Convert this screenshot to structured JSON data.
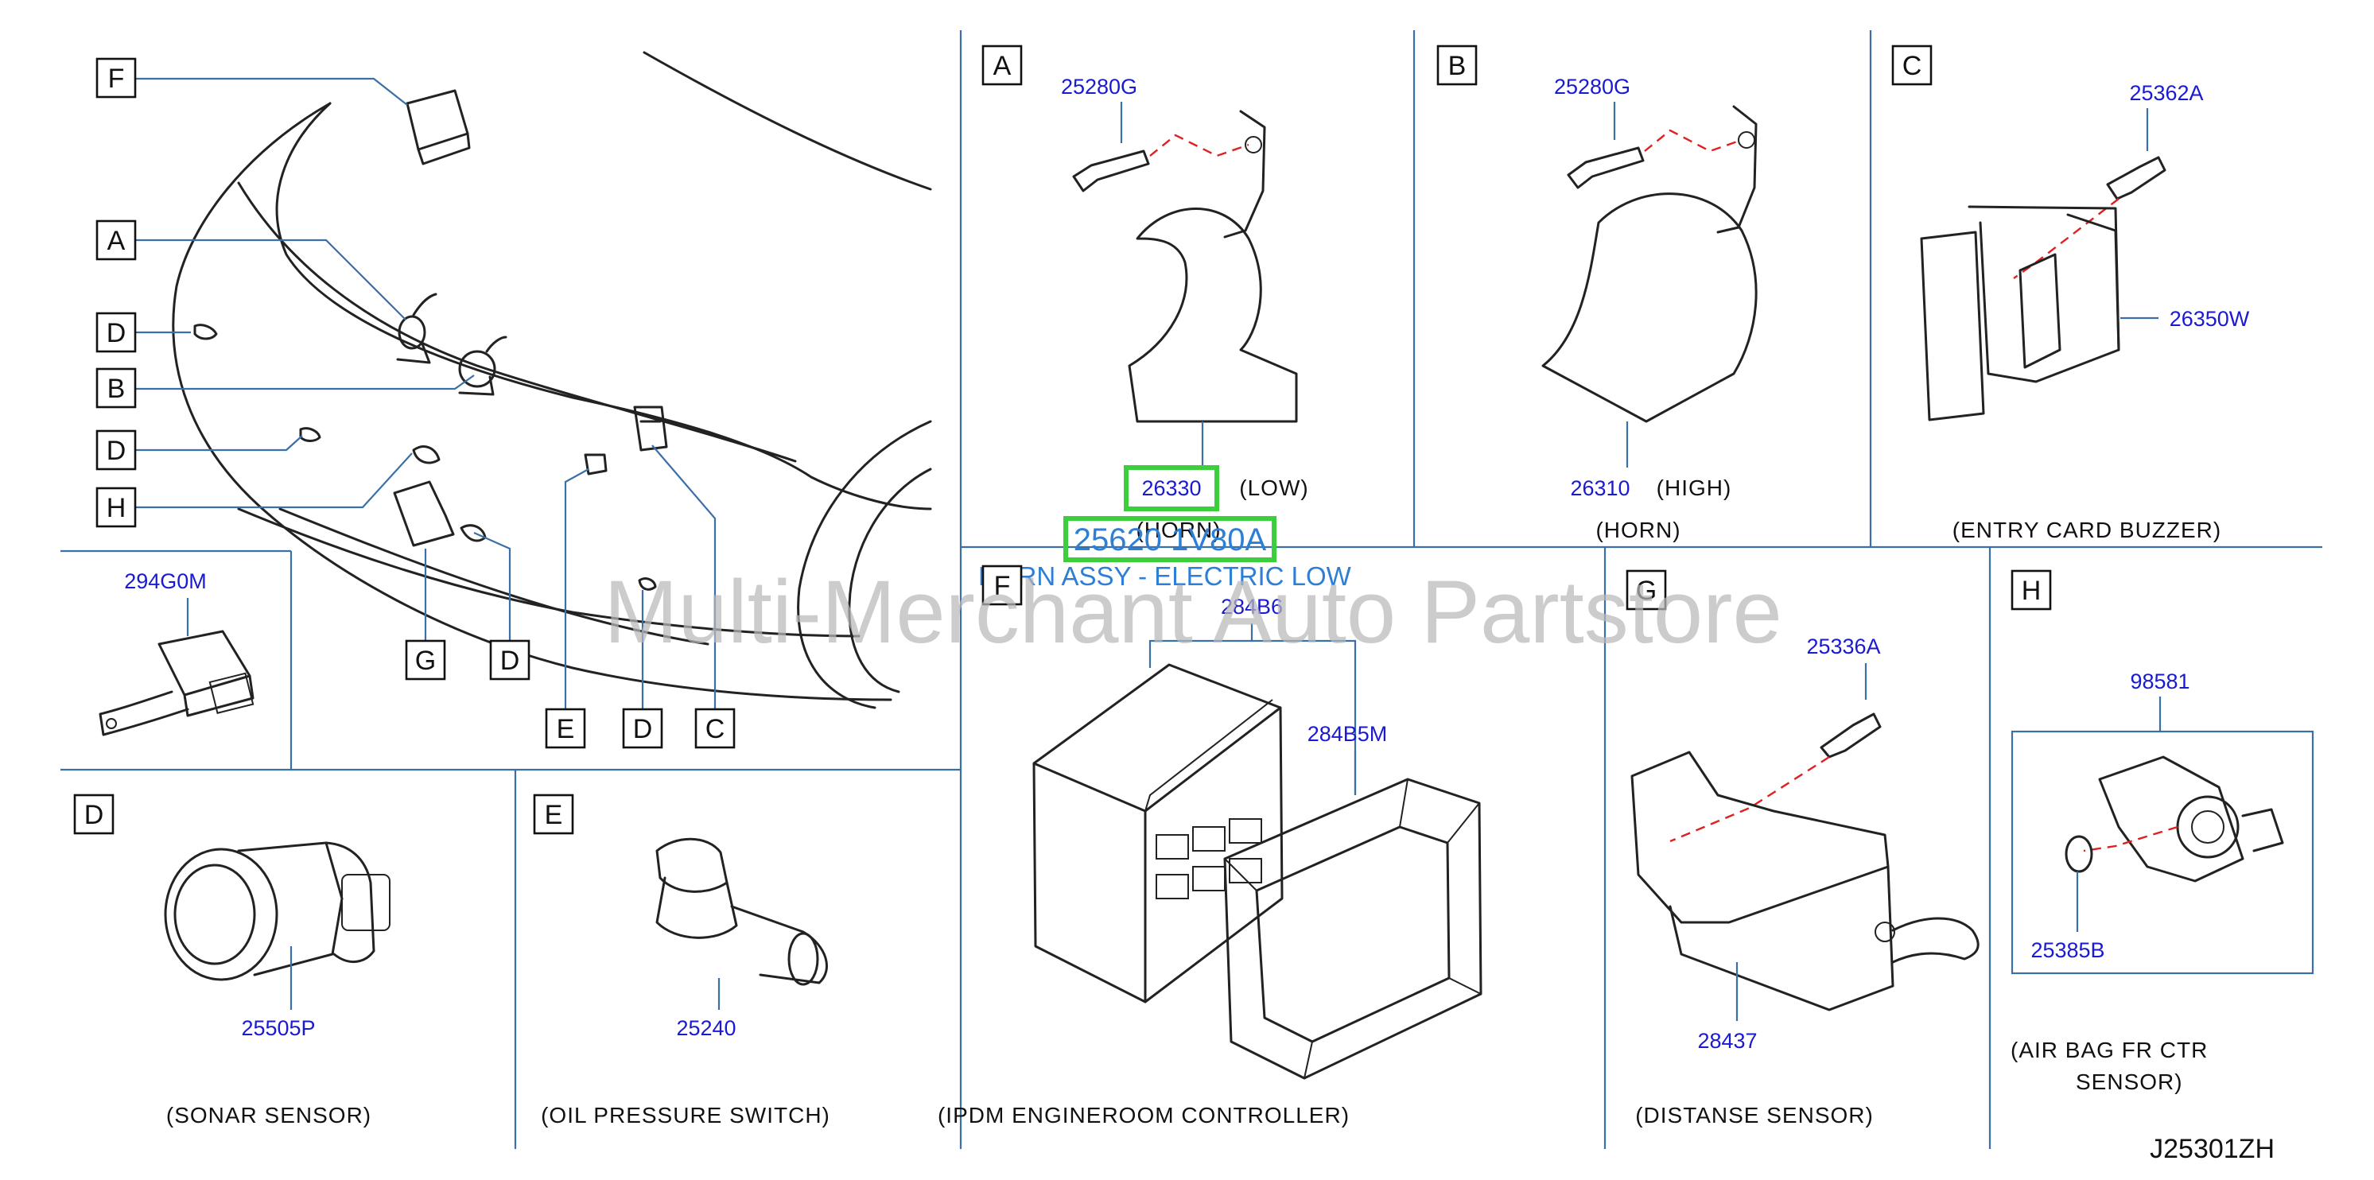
{
  "box_labels": {
    "main_F": "F",
    "main_A": "A",
    "main_D1": "D",
    "main_B": "B",
    "main_D2": "D",
    "main_H": "H",
    "main_G": "G",
    "main_D3": "D",
    "main_E": "E",
    "main_D4": "D",
    "main_C": "C",
    "panel_A": "A",
    "panel_B": "B",
    "panel_C": "C",
    "panel_D": "D",
    "panel_E": "E",
    "panel_F": "F",
    "panel_G": "G",
    "panel_H": "H"
  },
  "parts": {
    "a_bolt": "25280G",
    "a_horn": "26330",
    "a_type": "(LOW)",
    "a_horn_cap": "(HORN)",
    "b_bolt": "25280G",
    "b_horn": "26310",
    "b_type": "(HIGH)",
    "horn_caption": "(HORN)",
    "c_bolt": "25362A",
    "c_buzzer": "26350W",
    "c_caption": "(ENTRY CARD BUZZER)",
    "connector": "294G0M",
    "d_sensor": "25505P",
    "d_caption": "(SONAR SENSOR)",
    "e_switch": "25240",
    "e_caption": "(OIL PRESSURE SWITCH)",
    "f_top": "284B6",
    "f_frame": "284B5M",
    "f_caption": "(IPDM ENGINEROOM CONTROLLER)",
    "g_bolt": "25336A",
    "g_sensor": "28437",
    "g_caption": "(DISTANSE SENSOR)",
    "h_sensor": "98581",
    "h_nut": "25385B",
    "h_caption_1": "(AIR BAG FR CTR",
    "h_caption_2": "SENSOR)"
  },
  "highlight": {
    "part_number": "25620 1V80A",
    "description": "HORN ASSY - ELECTRIC LOW"
  },
  "watermark": "Multi-Merchant Auto Partstore",
  "diagram_code": "J25301ZH",
  "colors": {
    "part_number": "#1a1ad0",
    "highlight_border": "#3ccf3c",
    "highlight_text": "#2d7fd6",
    "frame": "#3a6fa8",
    "dashed": "#e02020"
  }
}
